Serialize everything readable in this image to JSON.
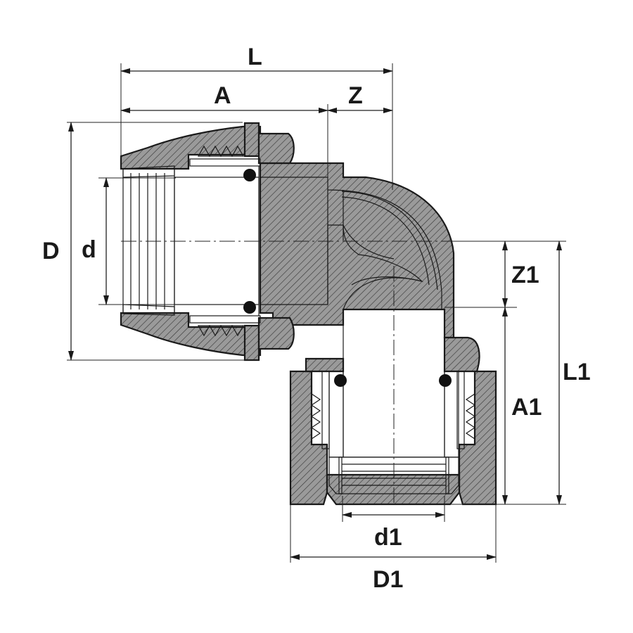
{
  "drawing": {
    "labels": {
      "L": "L",
      "A": "A",
      "Z": "Z",
      "D": "D",
      "d": "d",
      "Z1": "Z1",
      "L1": "L1",
      "A1": "A1",
      "d1": "d1",
      "D1": "D1"
    },
    "colors": {
      "line": "#1a1a1a",
      "body_fill": "#9a9a9a",
      "bore_fill": "#ffffff",
      "background": "#ffffff"
    }
  }
}
